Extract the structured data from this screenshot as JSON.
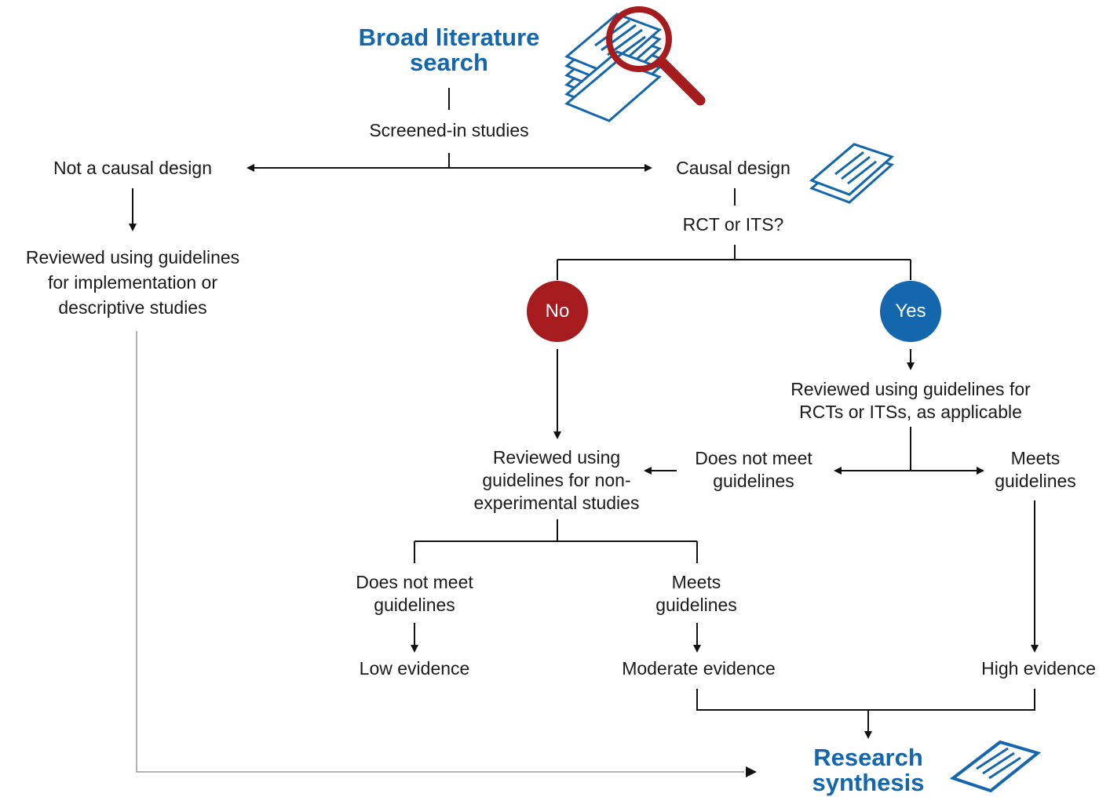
{
  "colors": {
    "accent_blue": "#1466ad",
    "no_red": "#a61b1e",
    "yes_blue": "#1466ad",
    "magnifier_red": "#a61b1e"
  },
  "title": "Broad literature\nsearch",
  "screened": "Screened-in studies",
  "not_causal": "Not a causal design",
  "not_causal_review": "Reviewed using guidelines\nfor implementation or\ndescriptive studies",
  "causal": "Causal design",
  "question": "RCT or ITS?",
  "no_label": "No",
  "yes_label": "Yes",
  "yes_review": "Reviewed using guidelines for\nRCTs or ITSs, as applicable",
  "does_not_meet_right": "Does not meet\nguidelines",
  "meets_right": "Meets\nguidelines",
  "nonexp_review": "Reviewed using\nguidelines for non-\nexperimental studies",
  "does_not_meet_left": "Does not meet\nguidelines",
  "meets_left": "Meets\nguidelines",
  "low": "Low evidence",
  "moderate": "Moderate evidence",
  "high": "High evidence",
  "synthesis": "Research\nsynthesis",
  "icons": [
    "document-stack-icon",
    "magnifier-icon"
  ]
}
